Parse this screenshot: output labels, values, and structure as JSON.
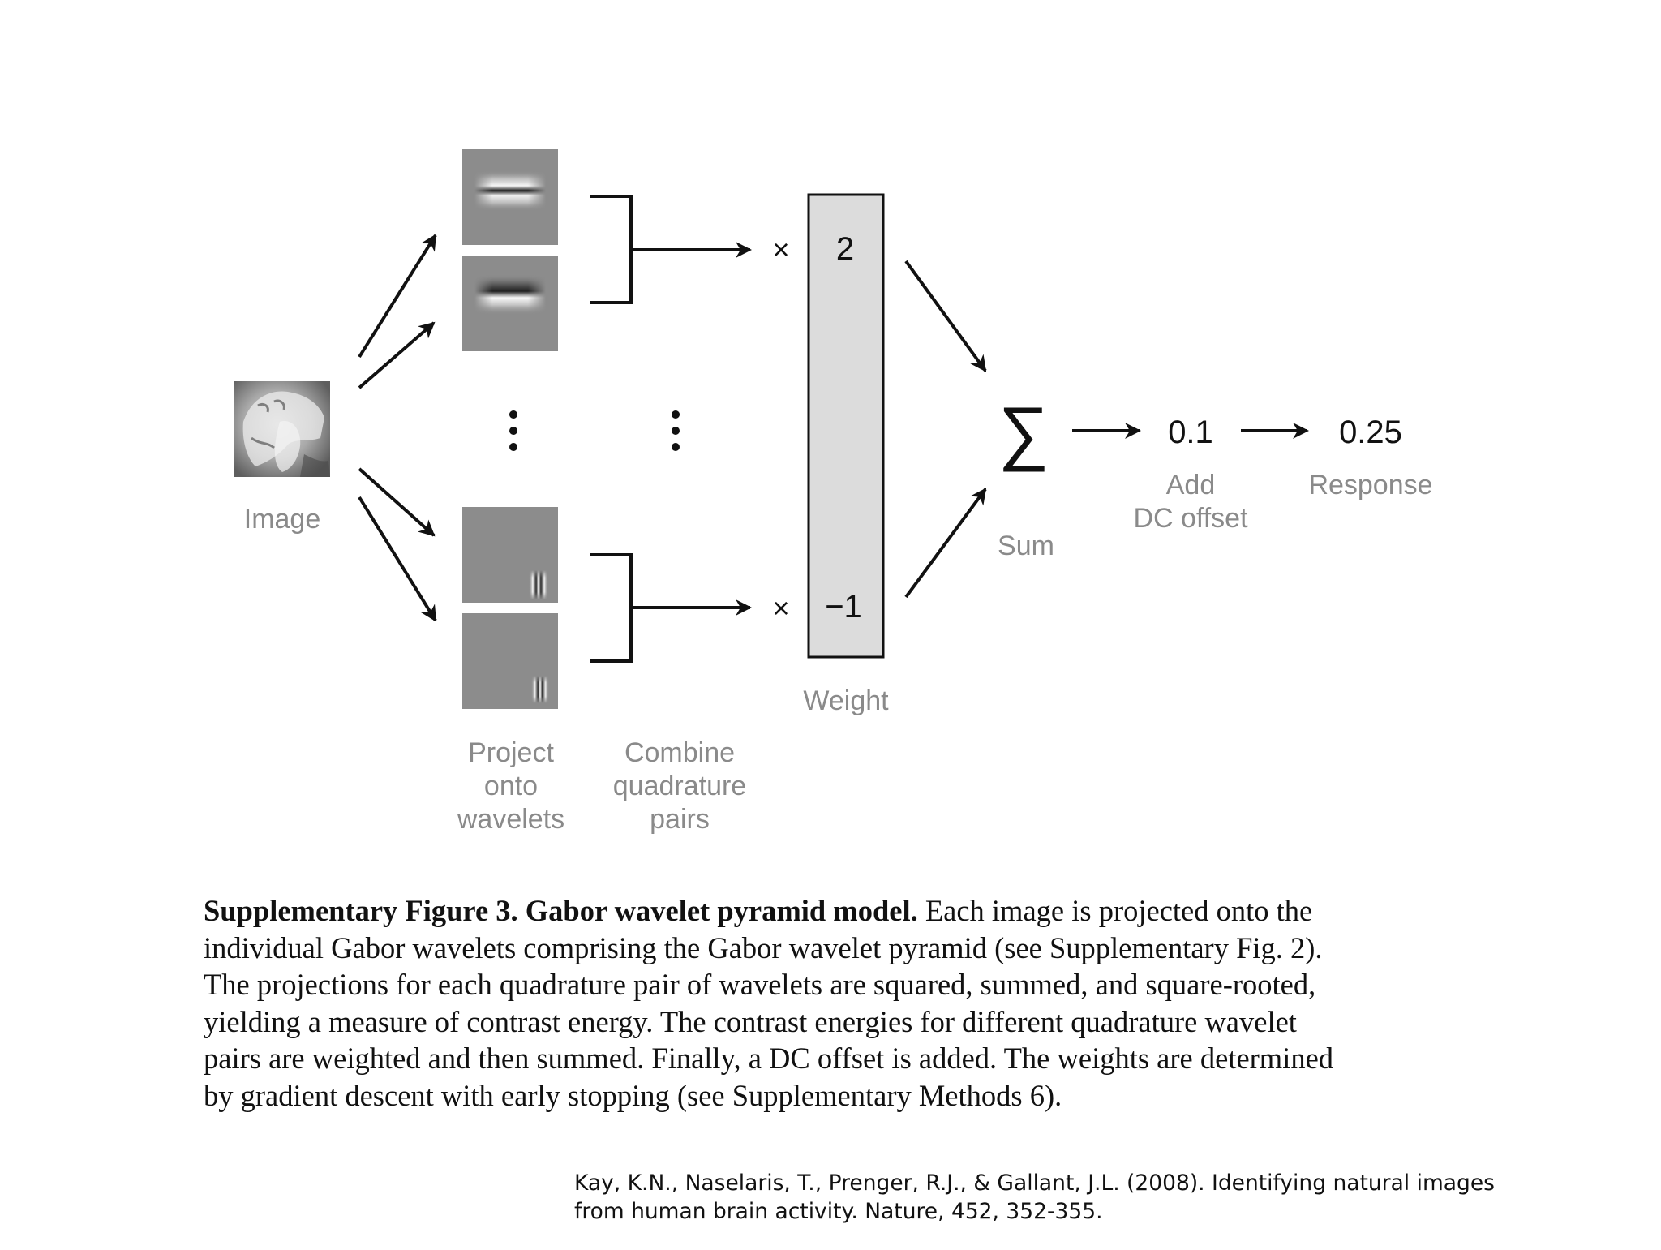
{
  "diagram": {
    "image_label": "Image",
    "project_label_lines": [
      "Project",
      "onto",
      "wavelets"
    ],
    "combine_label_lines": [
      "Combine",
      "quadrature",
      "pairs"
    ],
    "weight_label": "Weight",
    "weight_top": "2",
    "weight_bottom": "−1",
    "multiply_symbol": "×",
    "sum_symbol": "∑",
    "sum_label": "Sum",
    "dc_value": "0.1",
    "dc_label_lines": [
      "Add",
      "DC offset"
    ],
    "response_value": "0.25",
    "response_label": "Response"
  },
  "caption": {
    "lead": "Supplementary Figure 3. Gabor wavelet pyramid model.",
    "lines": [
      " Each image is projected onto the",
      "individual Gabor wavelets comprising the Gabor wavelet pyramid (see Supplementary Fig. 2).",
      "The projections for each quadrature pair of wavelets are squared, summed, and square-rooted,",
      "yielding a measure of contrast energy. The contrast energies for different quadrature wavelet",
      "pairs are weighted and then summed. Finally, a DC offset is added. The weights are determined",
      "by gradient descent with early stopping (see Supplementary Methods 6)."
    ]
  },
  "citation": {
    "lines": [
      "Kay, K.N., Naselaris, T., Prenger, R.J., & Gallant, J.L. (2008). Identifying natural images",
      "from human brain activity. Nature, 452, 352-355."
    ]
  }
}
